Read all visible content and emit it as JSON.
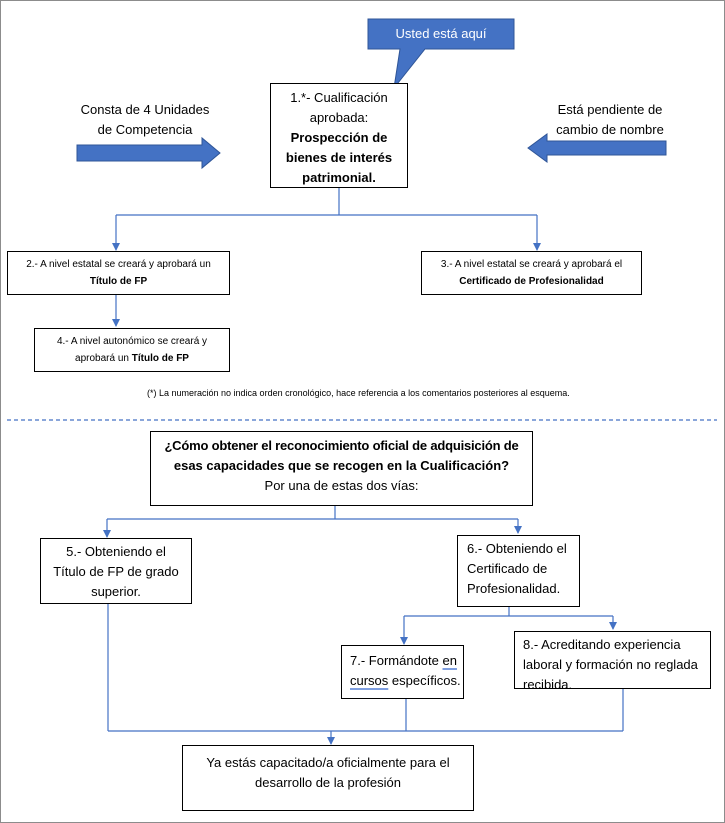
{
  "callout": {
    "text": "Usted está aquí"
  },
  "left_note": {
    "line1": "Consta de 4 Unidades",
    "line2": "de Competencia"
  },
  "right_note": {
    "line1": "Está pendiente de",
    "line2": "cambio de nombre"
  },
  "box1": {
    "line1": "1.*- Cualificación",
    "line2": "aprobada:",
    "bold1": "Prospección de",
    "bold2": "bienes de interés",
    "bold3": "patrimonial."
  },
  "box2": {
    "line1": "2.- A nivel estatal se creará y aprobará un",
    "bold": "Título de FP"
  },
  "box3": {
    "line1": "3.- A nivel estatal se creará y aprobará el",
    "bold": "Certificado de Profesionalidad"
  },
  "box4": {
    "line1": "4.- A nivel autonómico se creará y",
    "line2_prefix": "aprobará un ",
    "bold": "Título de FP"
  },
  "footnote": "(*) La numeración no indica orden cronológico, hace referencia a los comentarios posteriores al esquema.",
  "question": {
    "bold1": "¿Cómo obtener el reconocimiento oficial de adquisición de",
    "bold2": "esas capacidades que se recogen en la Cualificación?",
    "line3": "Por una de estas dos vías:"
  },
  "box5": {
    "line1": "5.- Obteniendo el",
    "line2": "Título de FP de grado",
    "line3": "superior."
  },
  "box6": {
    "line1": "6.- Obteniendo el",
    "line2": "Certificado de",
    "line3": "Profesionalidad."
  },
  "box7": {
    "part1": "7.- Formándote ",
    "part2": "en",
    "part3": "cursos",
    "part4": " específicos."
  },
  "box8": {
    "line1": "8.- Acreditando experiencia",
    "line2": "laboral y formación no reglada",
    "line3": "recibida."
  },
  "final": {
    "line1": "Ya estás capacitado/a oficialmente para el",
    "line2": "desarrollo de la profesión"
  },
  "colors": {
    "arrow_fill": "#4472c4",
    "connector": "#4472c4",
    "dashed": "#4472c4"
  }
}
